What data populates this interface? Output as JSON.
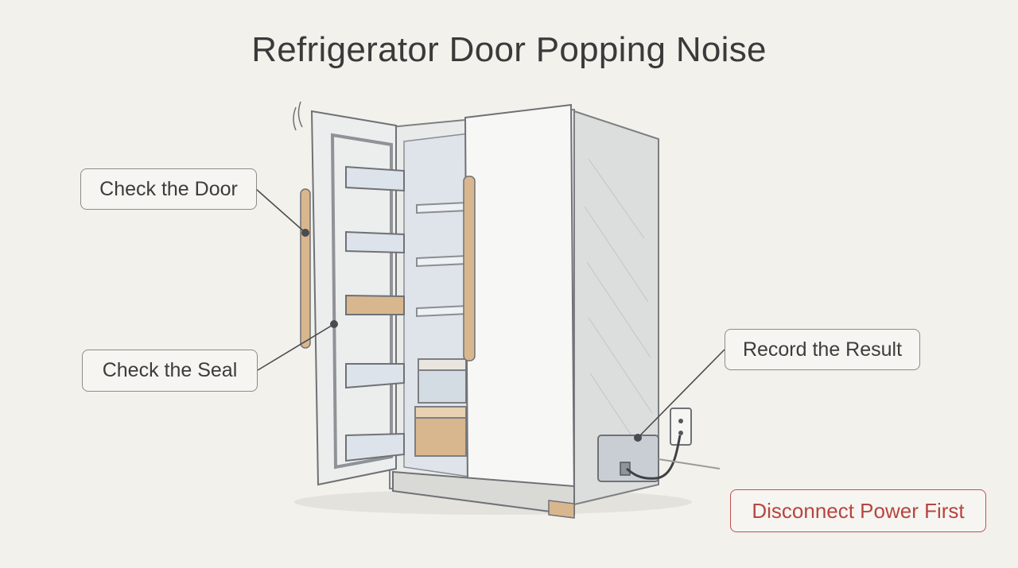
{
  "title": "Refrigerator Door Popping Noise",
  "callouts": {
    "door": "Check the Door",
    "seal": "Check the Seal",
    "record": "Record the Result",
    "warning": "Disconnect Power First"
  },
  "colors": {
    "background": "#f2f1ec",
    "warning": "#c0504d",
    "wood_accent": "#d9b78e",
    "text": "#3a3a3a"
  }
}
